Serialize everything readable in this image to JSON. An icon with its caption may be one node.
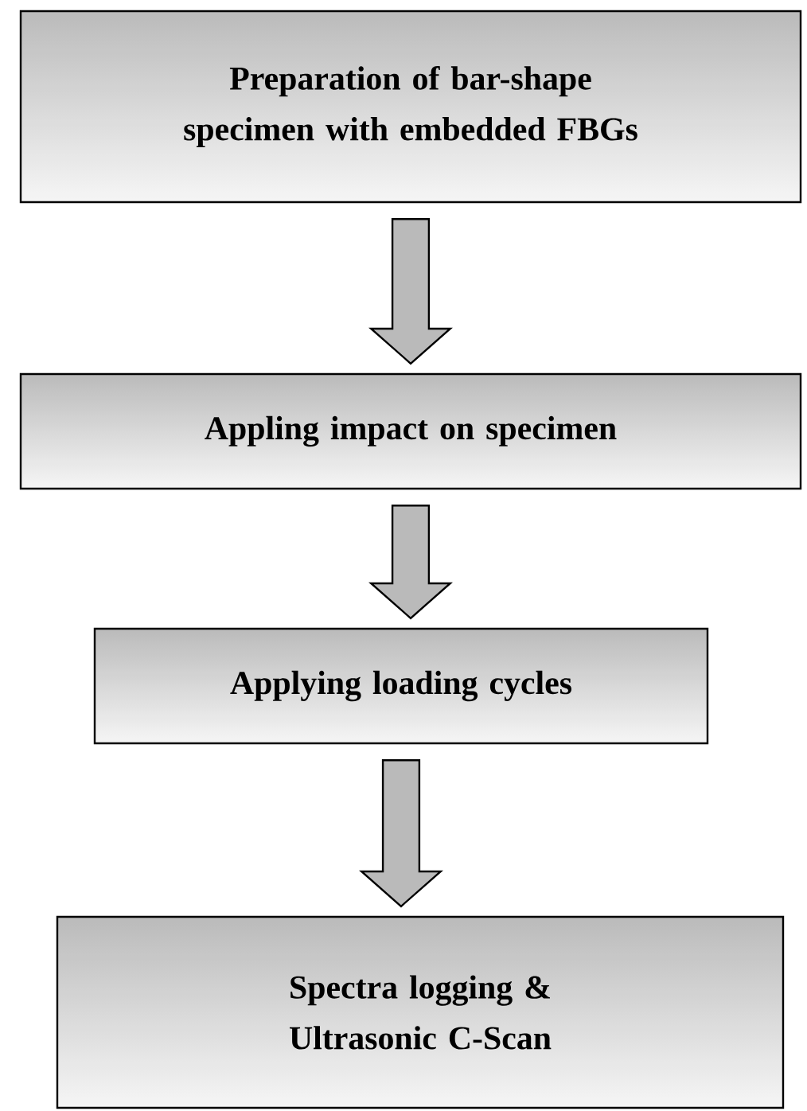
{
  "diagram": {
    "nodes": [
      {
        "text": [
          "Preparation of bar-shape specimen with embedded FBGs"
        ]
      },
      {
        "text": [
          "Appling impact on specimen"
        ]
      },
      {
        "text": [
          "Applying loading cycles"
        ]
      },
      {
        "text": [
          "Spectra logging & Ultrasonic C-Scan"
        ]
      }
    ],
    "edges": [
      {
        "from": 0,
        "to": 1,
        "arrow": "to"
      },
      {
        "from": 1,
        "to": 2,
        "arrow": "to"
      },
      {
        "from": 2,
        "to": 3,
        "arrow": "to"
      }
    ]
  }
}
